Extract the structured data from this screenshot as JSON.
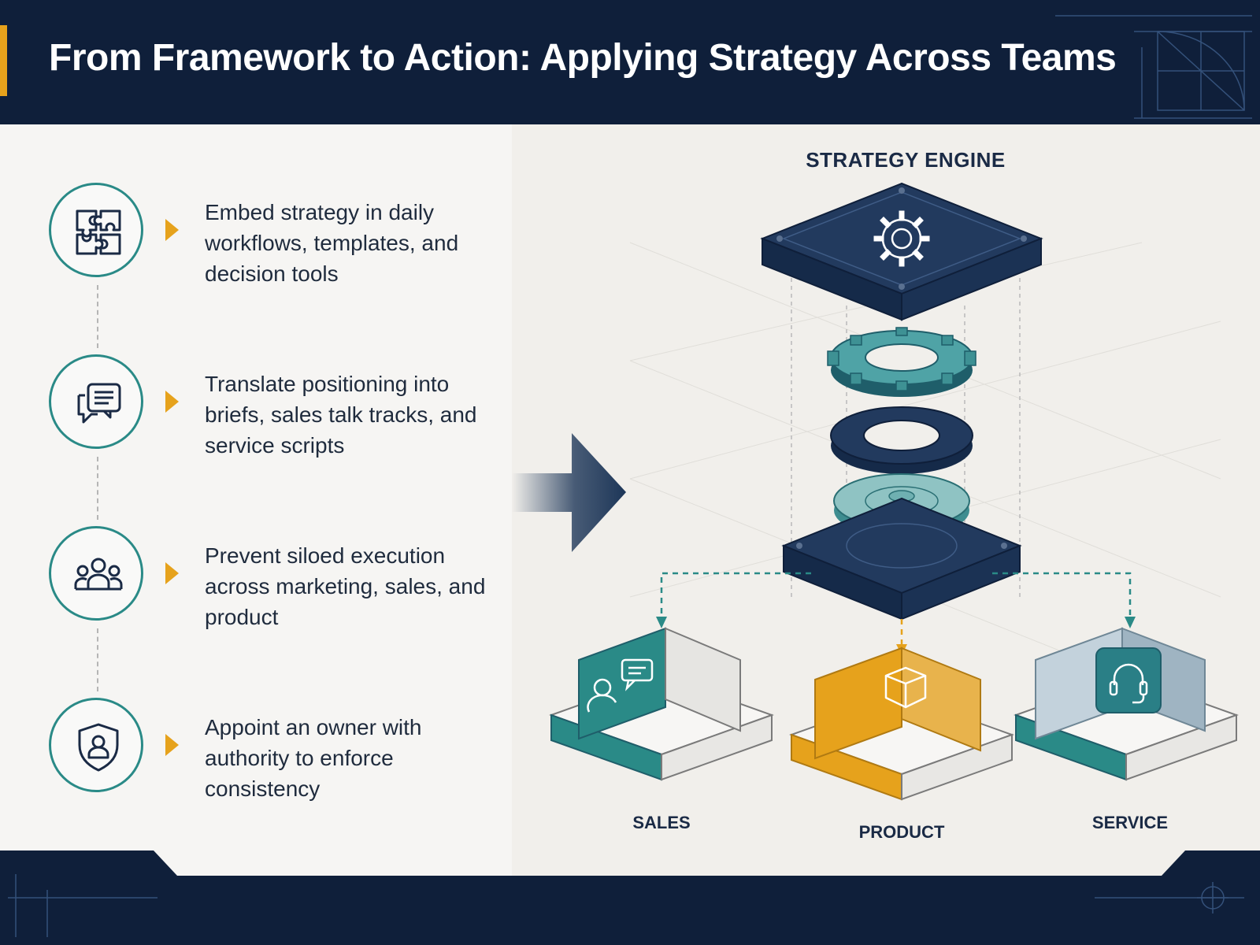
{
  "title": "From Framework to Action: Applying Strategy Across Teams",
  "colors": {
    "navy": "#0f1f3a",
    "teal": "#2a8a87",
    "orange": "#e6a21c",
    "slate": "#9fb4c2"
  },
  "steps": [
    {
      "icon": "puzzle-icon",
      "text": "Embed strategy in daily workflows, templates, and decision tools"
    },
    {
      "icon": "chat-bubbles-icon",
      "text": "Translate positioning into briefs, sales talk tracks, and service scripts"
    },
    {
      "icon": "team-icon",
      "text": "Prevent siloed execution across marketing, sales, and product"
    },
    {
      "icon": "shield-user-icon",
      "text": "Appoint an owner with authority to enforce consistency"
    }
  ],
  "diagram": {
    "engine_label": "STRATEGY ENGINE",
    "teams": [
      {
        "label": "SALES",
        "icon": "sales-chat-icon",
        "color": "#2a8a87"
      },
      {
        "label": "PRODUCT",
        "icon": "box-icon",
        "color": "#e6a21c"
      },
      {
        "label": "SERVICE",
        "icon": "headset-icon",
        "color": "#9fb4c2"
      }
    ]
  }
}
